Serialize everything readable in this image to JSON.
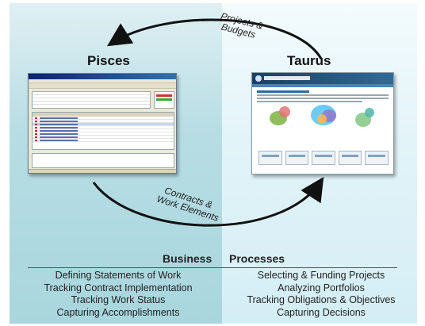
{
  "systems": {
    "left": {
      "name": "Pisces"
    },
    "right": {
      "name": "Taurus"
    }
  },
  "flows": {
    "top": {
      "line1": "Projects &",
      "line2": "Budgets",
      "direction": "right-to-left"
    },
    "bottom": {
      "line1": "Contracts &",
      "line2": "Work Elements",
      "direction": "left-to-right"
    }
  },
  "business_processes": {
    "title_left": "Business",
    "title_right": "Processes",
    "left": [
      "Defining Statements of Work",
      "Tracking Contract Implementation",
      "Tracking Work Status",
      "Capturing Accomplishments"
    ],
    "right": [
      "Selecting & Funding Projects",
      "Analyzing Portfolios",
      "Tracking Obligations & Objectives",
      "Capturing Decisions"
    ]
  },
  "colors": {
    "left_panel": "#a9d6de",
    "right_panel": "#e0f3f8",
    "arrow": "#111111"
  },
  "icons": {
    "pisces_screenshot": "desktop-app-window",
    "taurus_screenshot": "web-page"
  }
}
